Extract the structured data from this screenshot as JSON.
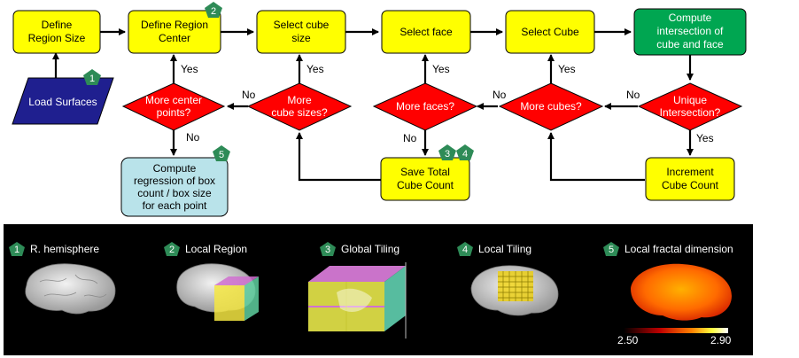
{
  "nodes": {
    "define_region_size": {
      "line1": "Define",
      "line2": "Region Size"
    },
    "define_region_center": {
      "line1": "Define Region",
      "line2": "Center"
    },
    "select_cube_size": {
      "line1": "Select cube",
      "line2": "size"
    },
    "select_face": {
      "line1": "Select face"
    },
    "select_cube": {
      "line1": "Select Cube"
    },
    "compute_intersection": {
      "line1": "Compute",
      "line2": "intersection of",
      "line3": "cube and face"
    },
    "load_surfaces": {
      "line1": "Load Surfaces"
    },
    "more_center_points": {
      "line1": "More center",
      "line2": "points?"
    },
    "more_cube_sizes": {
      "line1": "More",
      "line2": "cube sizes?"
    },
    "more_faces": {
      "line1": "More faces?"
    },
    "more_cubes": {
      "line1": "More cubes?"
    },
    "unique_intersection": {
      "line1": "Unique",
      "line2": "Intersection?"
    },
    "save_total": {
      "line1": "Save Total",
      "line2": "Cube Count"
    },
    "increment": {
      "line1": "Increment",
      "line2": "Cube Count"
    },
    "compute_regression": {
      "line1": "Compute",
      "line2": "regression of box",
      "line3": "count / box size",
      "line4": "for each point"
    }
  },
  "edge_labels": {
    "yes": "Yes",
    "no": "No"
  },
  "badges": {
    "b1": "1",
    "b2": "2",
    "b3": "3",
    "b4": "4",
    "b5": "5"
  },
  "panels": {
    "p1": {
      "num": "1",
      "caption": "R. hemisphere"
    },
    "p2": {
      "num": "2",
      "caption": "Local Region"
    },
    "p3": {
      "num": "3",
      "caption": "Global Tiling"
    },
    "p4": {
      "num": "4",
      "caption": "Local  Tiling"
    },
    "p5": {
      "num": "5",
      "caption": "Local fractal dimension"
    }
  },
  "colorbar": {
    "min": "2.50",
    "max": "2.90"
  },
  "colors": {
    "process": "#ffff00",
    "decision": "#ff0000",
    "input": "#1f1f8f",
    "compute": "#00a651",
    "output": "#b9e3ea",
    "badge": "#2e8b57",
    "panel_bg": "#000000"
  }
}
